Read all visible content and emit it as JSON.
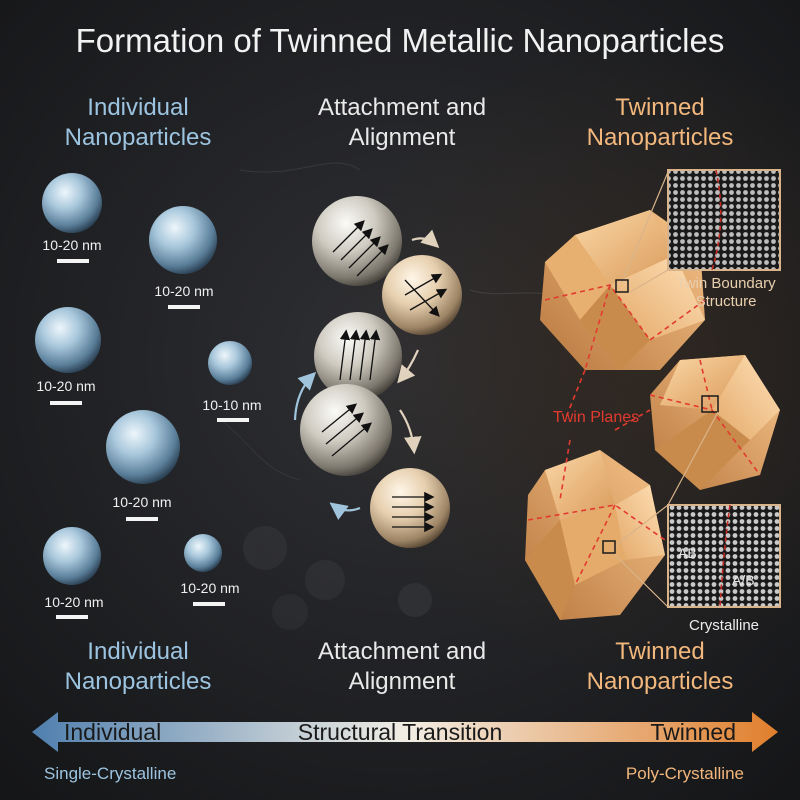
{
  "title": "Formation of Twinned Metallic Nanoparticles",
  "headers_top": {
    "left": "Individual Nanoparticles",
    "center": "Attachment and Alignment",
    "right": "Twinned Nanoparticles"
  },
  "headers_bottom": {
    "left": "Individual Nanoparticles",
    "center": "Attachment and Alignment",
    "right": "Twinned Nanoparticles"
  },
  "size_labels": [
    "10-20 nm",
    "10-20 nm",
    "10-20 nm",
    "10-10 nm",
    "10-20 nm",
    "10-20 nm",
    "10-20 nm"
  ],
  "annotations": {
    "twin_boundary": "Twin Boundary Structure",
    "twin_planes": "Twin Planes",
    "crystalline": "Crystalline",
    "lattice_ab": "AB",
    "lattice_a_b": "A/B"
  },
  "transition_arrow": {
    "left_label": "Individual",
    "center_label": "Structural Transition",
    "right_label": "Twinned",
    "left_sub": "Single-Crystalline",
    "right_sub": "Poly-Crystalline",
    "color_start": "#4f7fae",
    "color_mid": "#f1ede4",
    "color_end": "#e07f2c"
  },
  "colors": {
    "background": "#1c1d20",
    "blue_text": "#9cc4e0",
    "orange_text": "#f2b77c",
    "twin_plane_red": "#e23a2e"
  }
}
